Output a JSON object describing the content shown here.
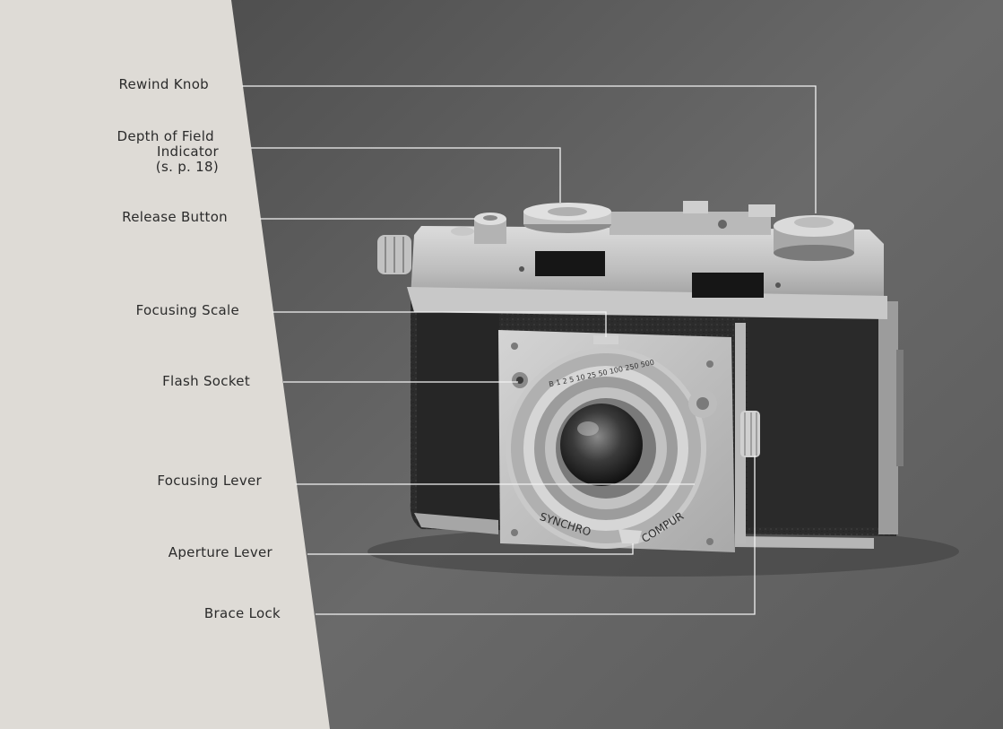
{
  "labels": {
    "rewind_knob": "Rewind Knob",
    "depth_of_field": [
      "Depth of Field",
      "Indicator",
      "(s. p. 18)"
    ],
    "release_button": "Release Button",
    "focusing_scale": "Focusing Scale",
    "flash_socket": "Flash Socket",
    "focusing_lever": "Focusing Lever",
    "aperture_lever": "Aperture Lever",
    "brace_lock": "Brace Lock"
  },
  "lens_text": {
    "brand_left": "SYNCHRO",
    "brand_right": "COMPUR",
    "shutter_speeds": "B 1 2 5 10 25 50 100 250 500"
  },
  "colors": {
    "page": "#dedbd6",
    "photo_bg": "#5c5c5c",
    "leader": "#f2f2f2"
  }
}
